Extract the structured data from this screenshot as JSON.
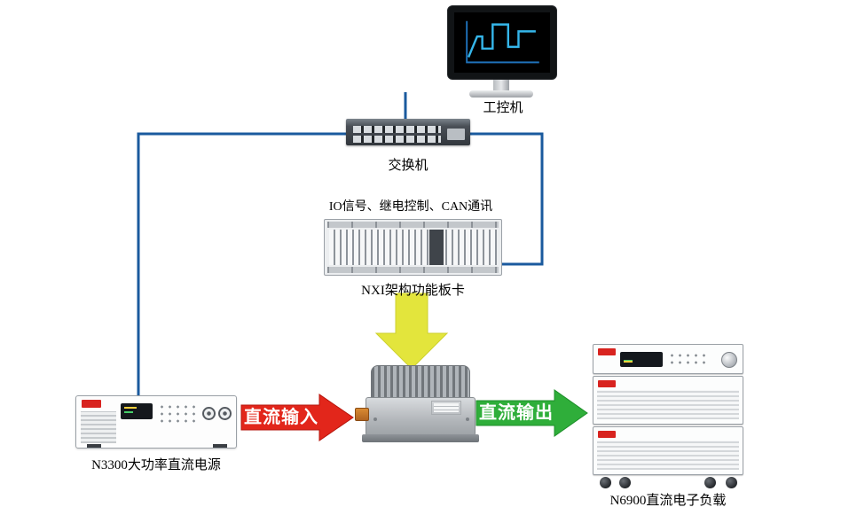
{
  "nodes": {
    "industrial_pc": {
      "label": "工控机"
    },
    "network_switch": {
      "label": "交换机"
    },
    "nxi_chassis": {
      "label": "NXI架构功能板卡",
      "caption": "IO信号、继电控制、CAN通讯"
    },
    "dc_power_supply": {
      "label": "N3300大功率直流电源"
    },
    "dc_electronic_load": {
      "label": "N6900直流电子负载"
    }
  },
  "arrows": {
    "dc_input": {
      "label": "直流输入",
      "color": "#e2261b"
    },
    "dc_output": {
      "label": "直流输出",
      "color": "#2fae3a"
    },
    "control_down": {
      "color": "#e3e53c"
    }
  },
  "connections": {
    "color": "#1a5a9e"
  },
  "colors": {
    "monitor_trace": "#35b6ea",
    "brand_accent": "#d8231f"
  }
}
